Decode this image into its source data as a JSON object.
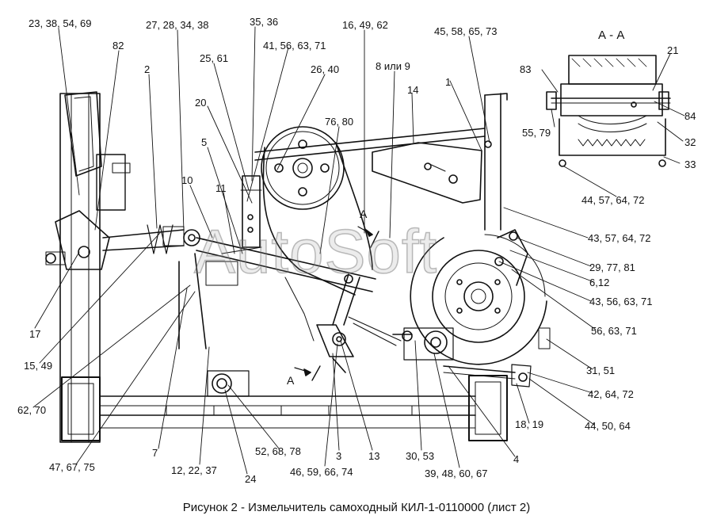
{
  "caption": "Рисунок 2 - Измельчитель самоходный КИЛ-1-0110000 (лист 2)",
  "section_title": "А - А",
  "cut_marker": "А",
  "watermark": "AutoSoft",
  "callouts": [
    {
      "id": "c1",
      "text": "23, 38, 54, 69"
    },
    {
      "id": "c2",
      "text": "82"
    },
    {
      "id": "c3",
      "text": "2"
    },
    {
      "id": "c4",
      "text": "27, 28, 34, 38"
    },
    {
      "id": "c5",
      "text": "35, 36"
    },
    {
      "id": "c6",
      "text": "25, 61"
    },
    {
      "id": "c7",
      "text": "41, 56, 63, 71"
    },
    {
      "id": "c8",
      "text": "16, 49, 62"
    },
    {
      "id": "c9",
      "text": "26, 40"
    },
    {
      "id": "c10",
      "text": "20"
    },
    {
      "id": "c11",
      "text": "8 или 9"
    },
    {
      "id": "c12",
      "text": "45, 58, 65, 73"
    },
    {
      "id": "c13",
      "text": "1"
    },
    {
      "id": "c14",
      "text": "14"
    },
    {
      "id": "c15",
      "text": "76, 80"
    },
    {
      "id": "c16",
      "text": "5"
    },
    {
      "id": "c17",
      "text": "10"
    },
    {
      "id": "c18",
      "text": "11"
    },
    {
      "id": "c19",
      "text": "83"
    },
    {
      "id": "c20",
      "text": "21"
    },
    {
      "id": "c21",
      "text": "84"
    },
    {
      "id": "c22",
      "text": "55, 79"
    },
    {
      "id": "c23",
      "text": "32"
    },
    {
      "id": "c24",
      "text": "33"
    },
    {
      "id": "c25",
      "text": "44, 57, 64, 72"
    },
    {
      "id": "c26",
      "text": "43, 57, 64, 72"
    },
    {
      "id": "c27",
      "text": "29, 77, 81"
    },
    {
      "id": "c28",
      "text": "6,12"
    },
    {
      "id": "c29",
      "text": "43, 56, 63, 71"
    },
    {
      "id": "c30",
      "text": "56, 63, 71"
    },
    {
      "id": "c31",
      "text": "31, 51"
    },
    {
      "id": "c32",
      "text": "42, 64, 72"
    },
    {
      "id": "c33",
      "text": "44, 50, 64"
    },
    {
      "id": "c34",
      "text": "18, 19"
    },
    {
      "id": "c35",
      "text": "17"
    },
    {
      "id": "c36",
      "text": "15, 49"
    },
    {
      "id": "c37",
      "text": "62, 70"
    },
    {
      "id": "c38",
      "text": "47, 67, 75"
    },
    {
      "id": "c39",
      "text": "7"
    },
    {
      "id": "c40",
      "text": "12, 22, 37"
    },
    {
      "id": "c41",
      "text": "24"
    },
    {
      "id": "c42",
      "text": "52, 68, 78"
    },
    {
      "id": "c43",
      "text": "46, 59, 66, 74"
    },
    {
      "id": "c44",
      "text": "3"
    },
    {
      "id": "c45",
      "text": "13"
    },
    {
      "id": "c46",
      "text": "30, 53"
    },
    {
      "id": "c47",
      "text": "39, 48, 60, 67"
    },
    {
      "id": "c48",
      "text": "4"
    }
  ]
}
